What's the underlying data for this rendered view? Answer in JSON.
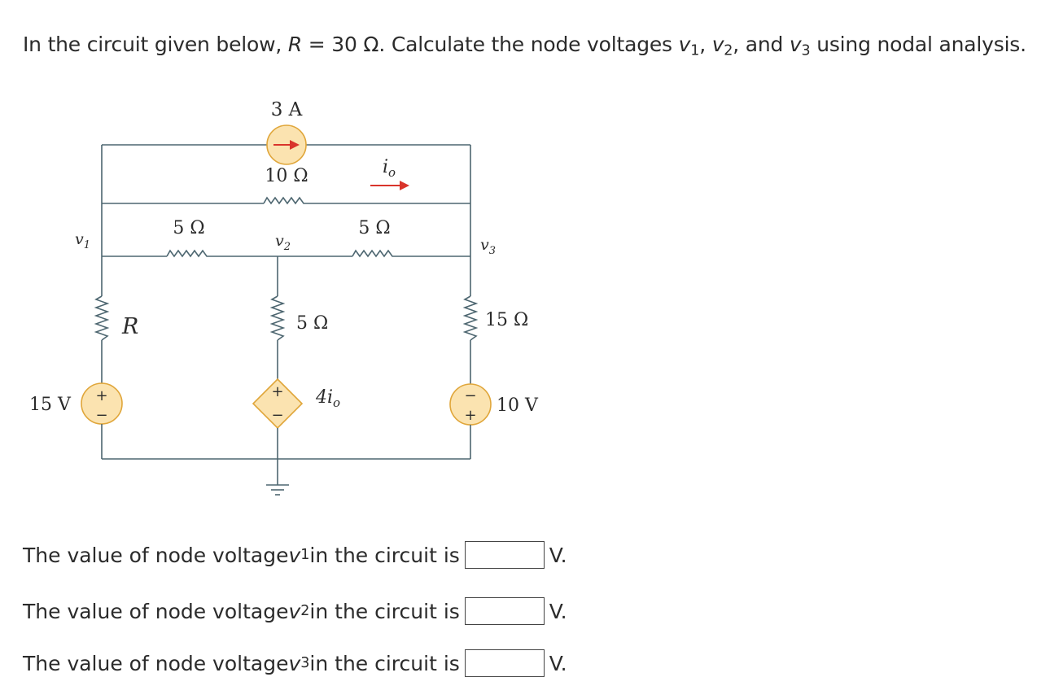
{
  "problem": {
    "before_r": "In the circuit given below, ",
    "r_symbol": "R",
    "r_value": " = 30 Ω. Calculate the node voltages ",
    "v1": "v",
    "v1_sub": "1",
    "sep1": ", ",
    "v2": "v",
    "v2_sub": "2",
    "sep2": ", and ",
    "v3": "v",
    "v3_sub": "3",
    "after": " using nodal analysis."
  },
  "circuit": {
    "current_source_label": "3 A",
    "r_top_label": "10 Ω",
    "io_label": "i",
    "io_sub": "o",
    "r_left_label": "5 Ω",
    "r_right_label": "5 Ω",
    "node1_label": "v",
    "node1_sub": "1",
    "node2_label": "v",
    "node2_sub": "2",
    "node3_label": "v",
    "node3_sub": "3",
    "r_label": "R",
    "r_mid_label": "5 Ω",
    "r_15_label": "15 Ω",
    "source_left_label": "15 V",
    "source_right_label": "10 V",
    "dep_source_label": "4i",
    "dep_source_sub": "o",
    "plus": "+",
    "minus": "−"
  },
  "questions": [
    {
      "prefix": "The value of node voltage ",
      "var": "v",
      "sub": "1",
      "suffix": " in the circuit is",
      "unit": "V.",
      "value": ""
    },
    {
      "prefix": "The value of node voltage ",
      "var": "v",
      "sub": "2",
      "suffix": " in the circuit is",
      "unit": "V.",
      "value": ""
    },
    {
      "prefix": "The value of node voltage ",
      "var": "v",
      "sub": "3",
      "suffix": " in the circuit is",
      "unit": "V.",
      "value": ""
    }
  ],
  "colors": {
    "wire": "#4d6670",
    "source_fill": "#fbe3b0",
    "source_stroke": "#e0a63a",
    "arrow_red": "#d9342b"
  }
}
